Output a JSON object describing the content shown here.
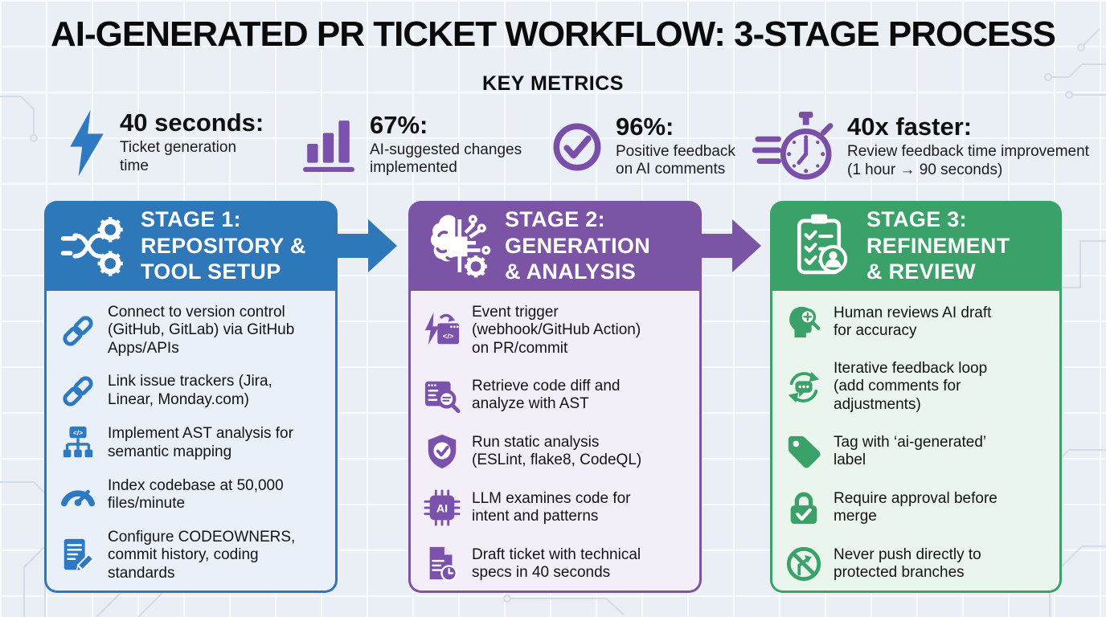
{
  "title": "AI-GENERATED PR TICKET WORKFLOW: 3-STAGE PROCESS",
  "metrics_heading": "KEY METRICS",
  "colors": {
    "stage1_blue": "#2e77b8",
    "stage2_purple": "#7c54a6",
    "stage3_green": "#3aa169",
    "metric_icon_blue": "#2e7ac2",
    "metric_icon_purple": "#7a52ac",
    "background": "#eaeef5",
    "text": "#141414"
  },
  "metrics": [
    {
      "icon": "lightning-bolt-icon",
      "value": "40 seconds:",
      "label": "Ticket generation\ntime"
    },
    {
      "icon": "bar-chart-icon",
      "value": "67%:",
      "label": "AI-suggested changes\nimplemented"
    },
    {
      "icon": "check-circle-icon",
      "value": "96%:",
      "label": "Positive feedback\non AI comments"
    },
    {
      "icon": "stopwatch-icon",
      "value": "40x faster:",
      "label": "Review feedback time improvement\n(1 hour → 90 seconds)"
    }
  ],
  "stages": [
    {
      "icon": "gears-branch-icon",
      "lines": [
        "STAGE 1:",
        "REPOSITORY &",
        "TOOL SETUP"
      ],
      "items": [
        {
          "icon": "link-icon",
          "text": "Connect to version control\n(GitHub, GitLab) via GitHub\nApps/APIs"
        },
        {
          "icon": "link-icon",
          "text": "Link issue trackers (Jira,\nLinear, Monday.com)"
        },
        {
          "icon": "ast-tree-icon",
          "text": "Implement AST analysis for\nsemantic mapping"
        },
        {
          "icon": "speedometer-icon",
          "text": "Index codebase at 50,000\nfiles/minute"
        },
        {
          "icon": "document-edit-icon",
          "text": "Configure CODEOWNERS,\ncommit history, coding\nstandards"
        }
      ]
    },
    {
      "icon": "brain-circuit-icon",
      "lines": [
        "STAGE 2:",
        "GENERATION",
        "& ANALYSIS"
      ],
      "items": [
        {
          "icon": "event-trigger-icon",
          "text": "Event trigger\n(webhook/GitHub Action)\non PR/commit"
        },
        {
          "icon": "code-search-icon",
          "text": "Retrieve code diff and\nanalyze with AST"
        },
        {
          "icon": "shield-check-icon",
          "text": "Run static analysis\n(ESLint, flake8, CodeQL)"
        },
        {
          "icon": "ai-chip-icon",
          "text": "LLM examines code for\nintent and patterns"
        },
        {
          "icon": "document-clock-icon",
          "text": "Draft ticket with technical\nspecs in 40 seconds"
        }
      ]
    },
    {
      "icon": "clipboard-review-icon",
      "lines": [
        "STAGE 3:",
        "REFINEMENT",
        "& REVIEW"
      ],
      "items": [
        {
          "icon": "human-review-icon",
          "text": "Human reviews AI draft\nfor accuracy"
        },
        {
          "icon": "feedback-loop-icon",
          "text": "Iterative feedback loop\n(add comments for\nadjustments)"
        },
        {
          "icon": "tag-icon",
          "text": "Tag with ‘ai-generated’\nlabel"
        },
        {
          "icon": "lock-check-icon",
          "text": "Require approval before\nmerge"
        },
        {
          "icon": "no-push-icon",
          "text": "Never push directly to\nprotected branches"
        }
      ]
    }
  ]
}
